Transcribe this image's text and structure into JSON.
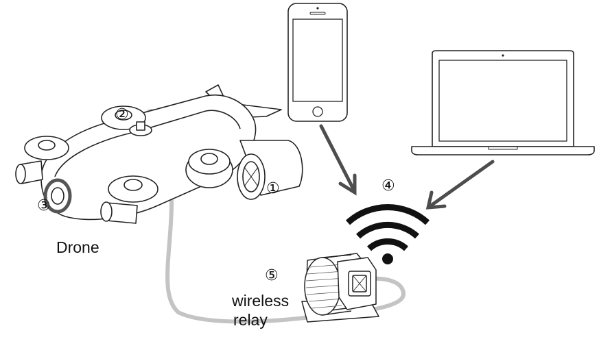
{
  "labels": {
    "drone": "Drone",
    "relay_line1": "wireless",
    "relay_line2": "relay"
  },
  "markers": {
    "m1": "①",
    "m2": "②",
    "m3": "③",
    "m4": "④",
    "m5": "⑤"
  },
  "colors": {
    "line_art": "#222222",
    "tether": "#c4c4c4",
    "arrow": "#4d4d4d",
    "wifi": "#111111",
    "marker_ring": "#555555"
  },
  "icons": {
    "drone": "underwater-drone-icon",
    "phone": "smartphone-icon",
    "laptop": "laptop-icon",
    "wifi": "wifi-icon",
    "relay": "wireless-relay-spool-icon"
  }
}
